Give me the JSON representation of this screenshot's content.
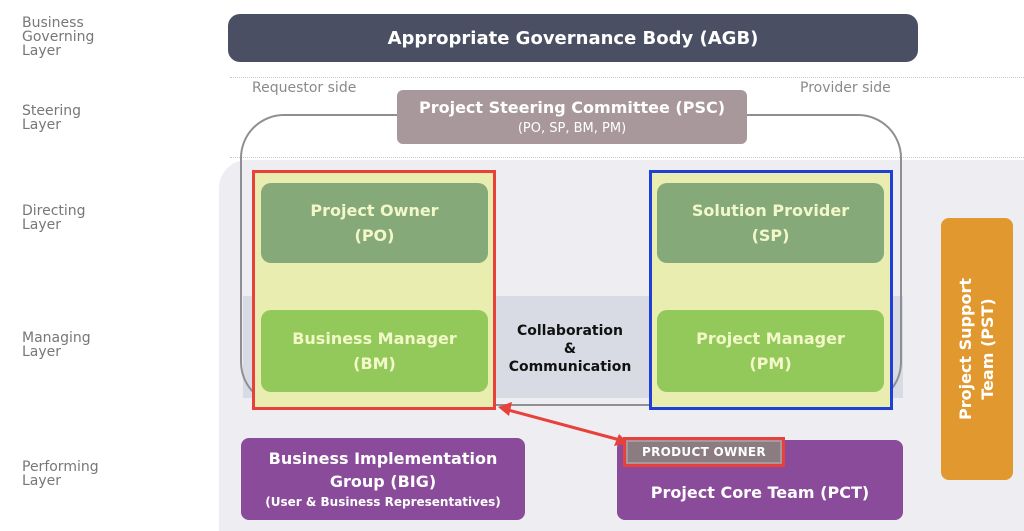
{
  "layers": {
    "business": [
      "Business",
      "Governing",
      "Layer"
    ],
    "steering": [
      "Steering",
      "Layer"
    ],
    "directing": [
      "Directing",
      "Layer"
    ],
    "managing": [
      "Managing",
      "Layer"
    ],
    "performing": [
      "Performing",
      "Layer"
    ]
  },
  "agb": {
    "label": "Appropriate Governance Body (AGB)"
  },
  "sides": {
    "requestor": "Requestor side",
    "provider": "Provider side"
  },
  "psc": {
    "title": "Project Steering Committee (PSC)",
    "subtitle": "(PO, SP, BM, PM)"
  },
  "po": {
    "line1": "Project Owner",
    "line2": "(PO)"
  },
  "bm": {
    "line1": "Business Manager",
    "line2": "(BM)"
  },
  "sp": {
    "line1": "Solution Provider",
    "line2": "(SP)"
  },
  "pm": {
    "line1": "Project Manager",
    "line2": "(PM)"
  },
  "collab": {
    "line1": "Collaboration",
    "line2": "&",
    "line3": "Communication"
  },
  "pst": {
    "line1": "Project Support",
    "line2": "Team (PST)"
  },
  "big": {
    "line1": "Business Implementation",
    "line2": "Group (BIG)",
    "line3": "(User & Business Representatives)"
  },
  "pct": {
    "label": "Project Core Team (PCT)"
  },
  "product_owner": {
    "label": "PRODUCT OWNER"
  },
  "colors": {
    "agb": "#4a4f63",
    "psc": "#a8989b",
    "po_sp": "#86a97a",
    "bm_pm": "#93c85a",
    "purple": "#8a4b9a",
    "pst": "#e0982f",
    "red_outline": "#e8413c",
    "blue_outline": "#1f3fd6"
  }
}
